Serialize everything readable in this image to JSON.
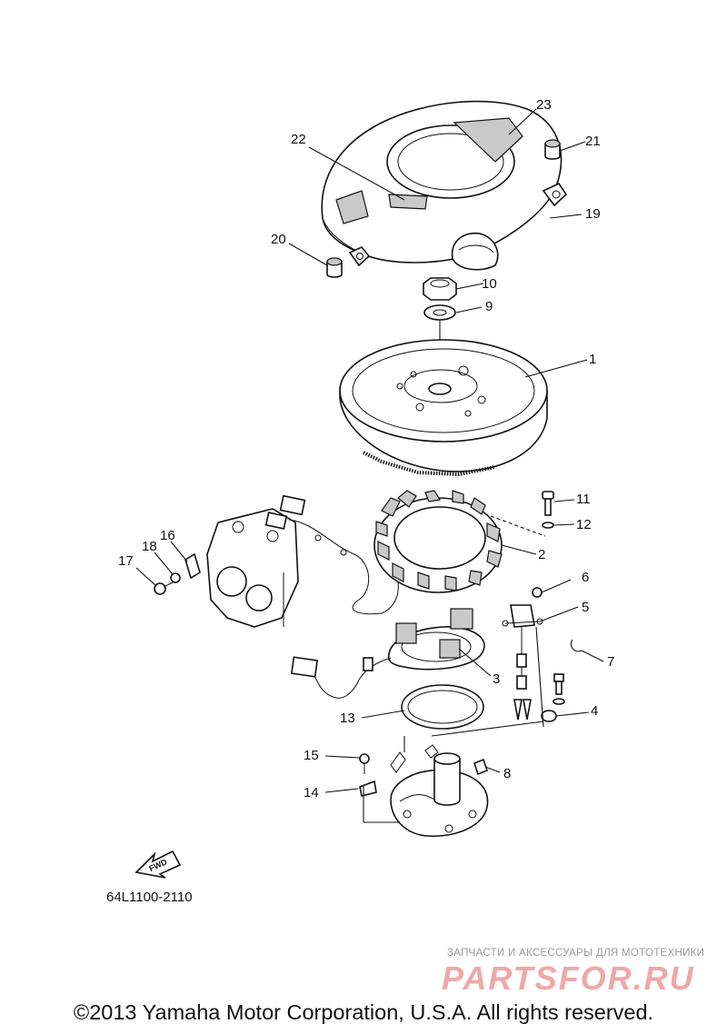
{
  "callouts": {
    "c1": "1",
    "c2": "2",
    "c3": "3",
    "c4": "4",
    "c5": "5",
    "c6": "6",
    "c7": "7",
    "c8": "8",
    "c9": "9",
    "c10": "10",
    "c11": "11",
    "c12": "12",
    "c13": "13",
    "c14": "14",
    "c15": "15",
    "c16": "16",
    "c17": "17",
    "c18": "18",
    "c19": "19",
    "c20": "20",
    "c21": "21",
    "c22": "22",
    "c23": "23"
  },
  "direction_arrow": "FWD",
  "drawing_code": "64L1100-2110",
  "watermark": {
    "subtitle": "ЗАПЧАСТИ И АКСЕССУАРЫ ДЛЯ МОТОТЕХНИКИ",
    "logo": "PARTSFOR.RU",
    "color": "#e06060"
  },
  "copyright": "©2013 Yamaha Motor Corporation, U.S.A. All rights reserved."
}
